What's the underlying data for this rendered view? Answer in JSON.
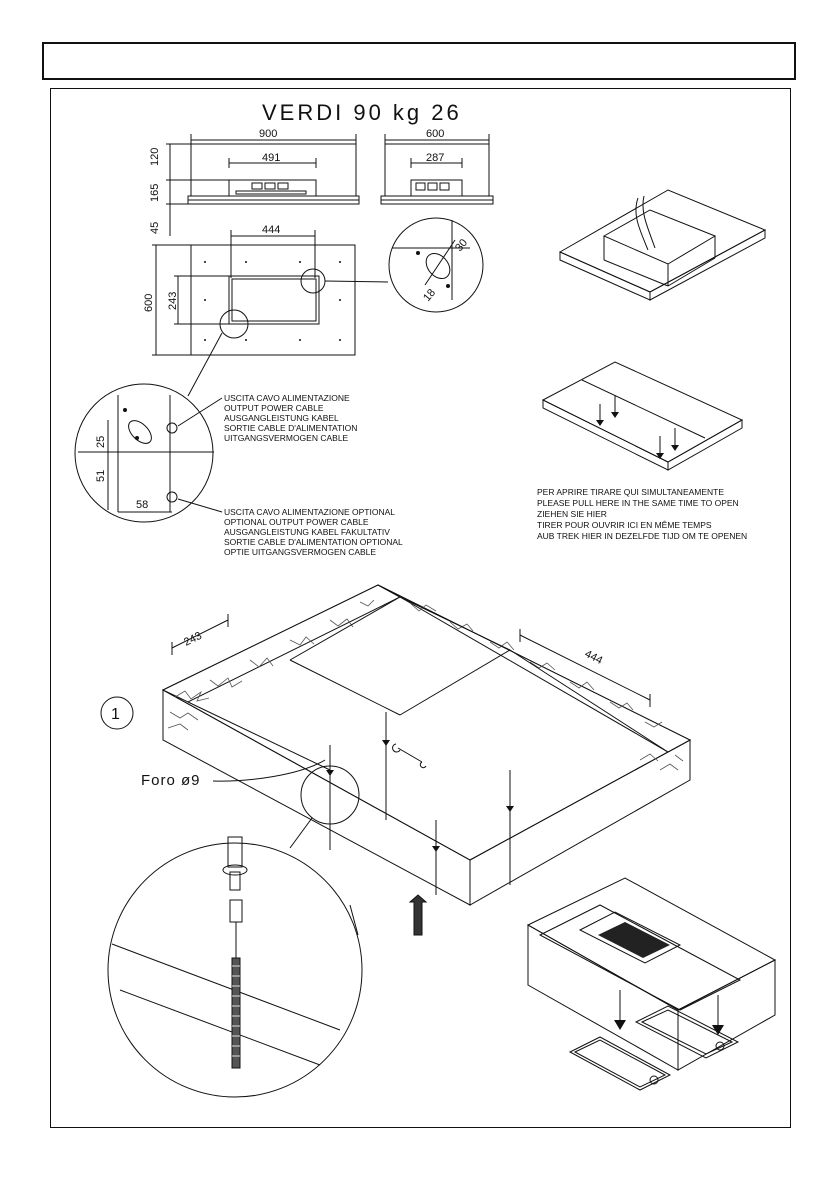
{
  "title": "VERDI 90 kg 26",
  "dims": {
    "front_width": "900",
    "front_inner": "491",
    "side_width": "600",
    "side_inner": "287",
    "h_top": "120",
    "h_mid": "165",
    "h_bottom": "45",
    "plan_hole_spacing": "444",
    "plan_depth": "600",
    "plan_hole_depth": "243",
    "detail_a": "30",
    "detail_b": "18",
    "detail_c": "25",
    "detail_d": "51",
    "detail_e": "58",
    "iso_depth": "243",
    "iso_width": "444"
  },
  "cable_note": [
    "USCITA CAVO ALIMENTAZIONE",
    "OUTPUT POWER CABLE",
    "AUSGANGLEISTUNG KABEL",
    "SORTIE CABLE D'ALIMENTATION",
    "UITGANGSVERMOGEN CABLE"
  ],
  "cable_optional_note": [
    "USCITA CAVO ALIMENTAZIONE OPTIONAL",
    "OPTIONAL OUTPUT POWER CABLE",
    "AUSGANGLEISTUNG KABEL FAKULTATIV",
    "SORTIE CABLE D'ALIMENTATION OPTIONAL",
    "OPTIE UITGANGSVERMOGEN CABLE"
  ],
  "open_note": [
    "PER APRIRE TIRARE QUI SIMULTANEAMENTE",
    "PLEASE PULL HERE IN THE SAME TIME TO OPEN",
    "ZIEHEN SIE HIER",
    "TIRER POUR OUVRIR ICI EN MÊME TEMPS",
    "AUB TREK HIER IN DEZELFDE TIJD OM TE OPENEN"
  ],
  "hole_label": "Foro ø9",
  "step_number": "1"
}
